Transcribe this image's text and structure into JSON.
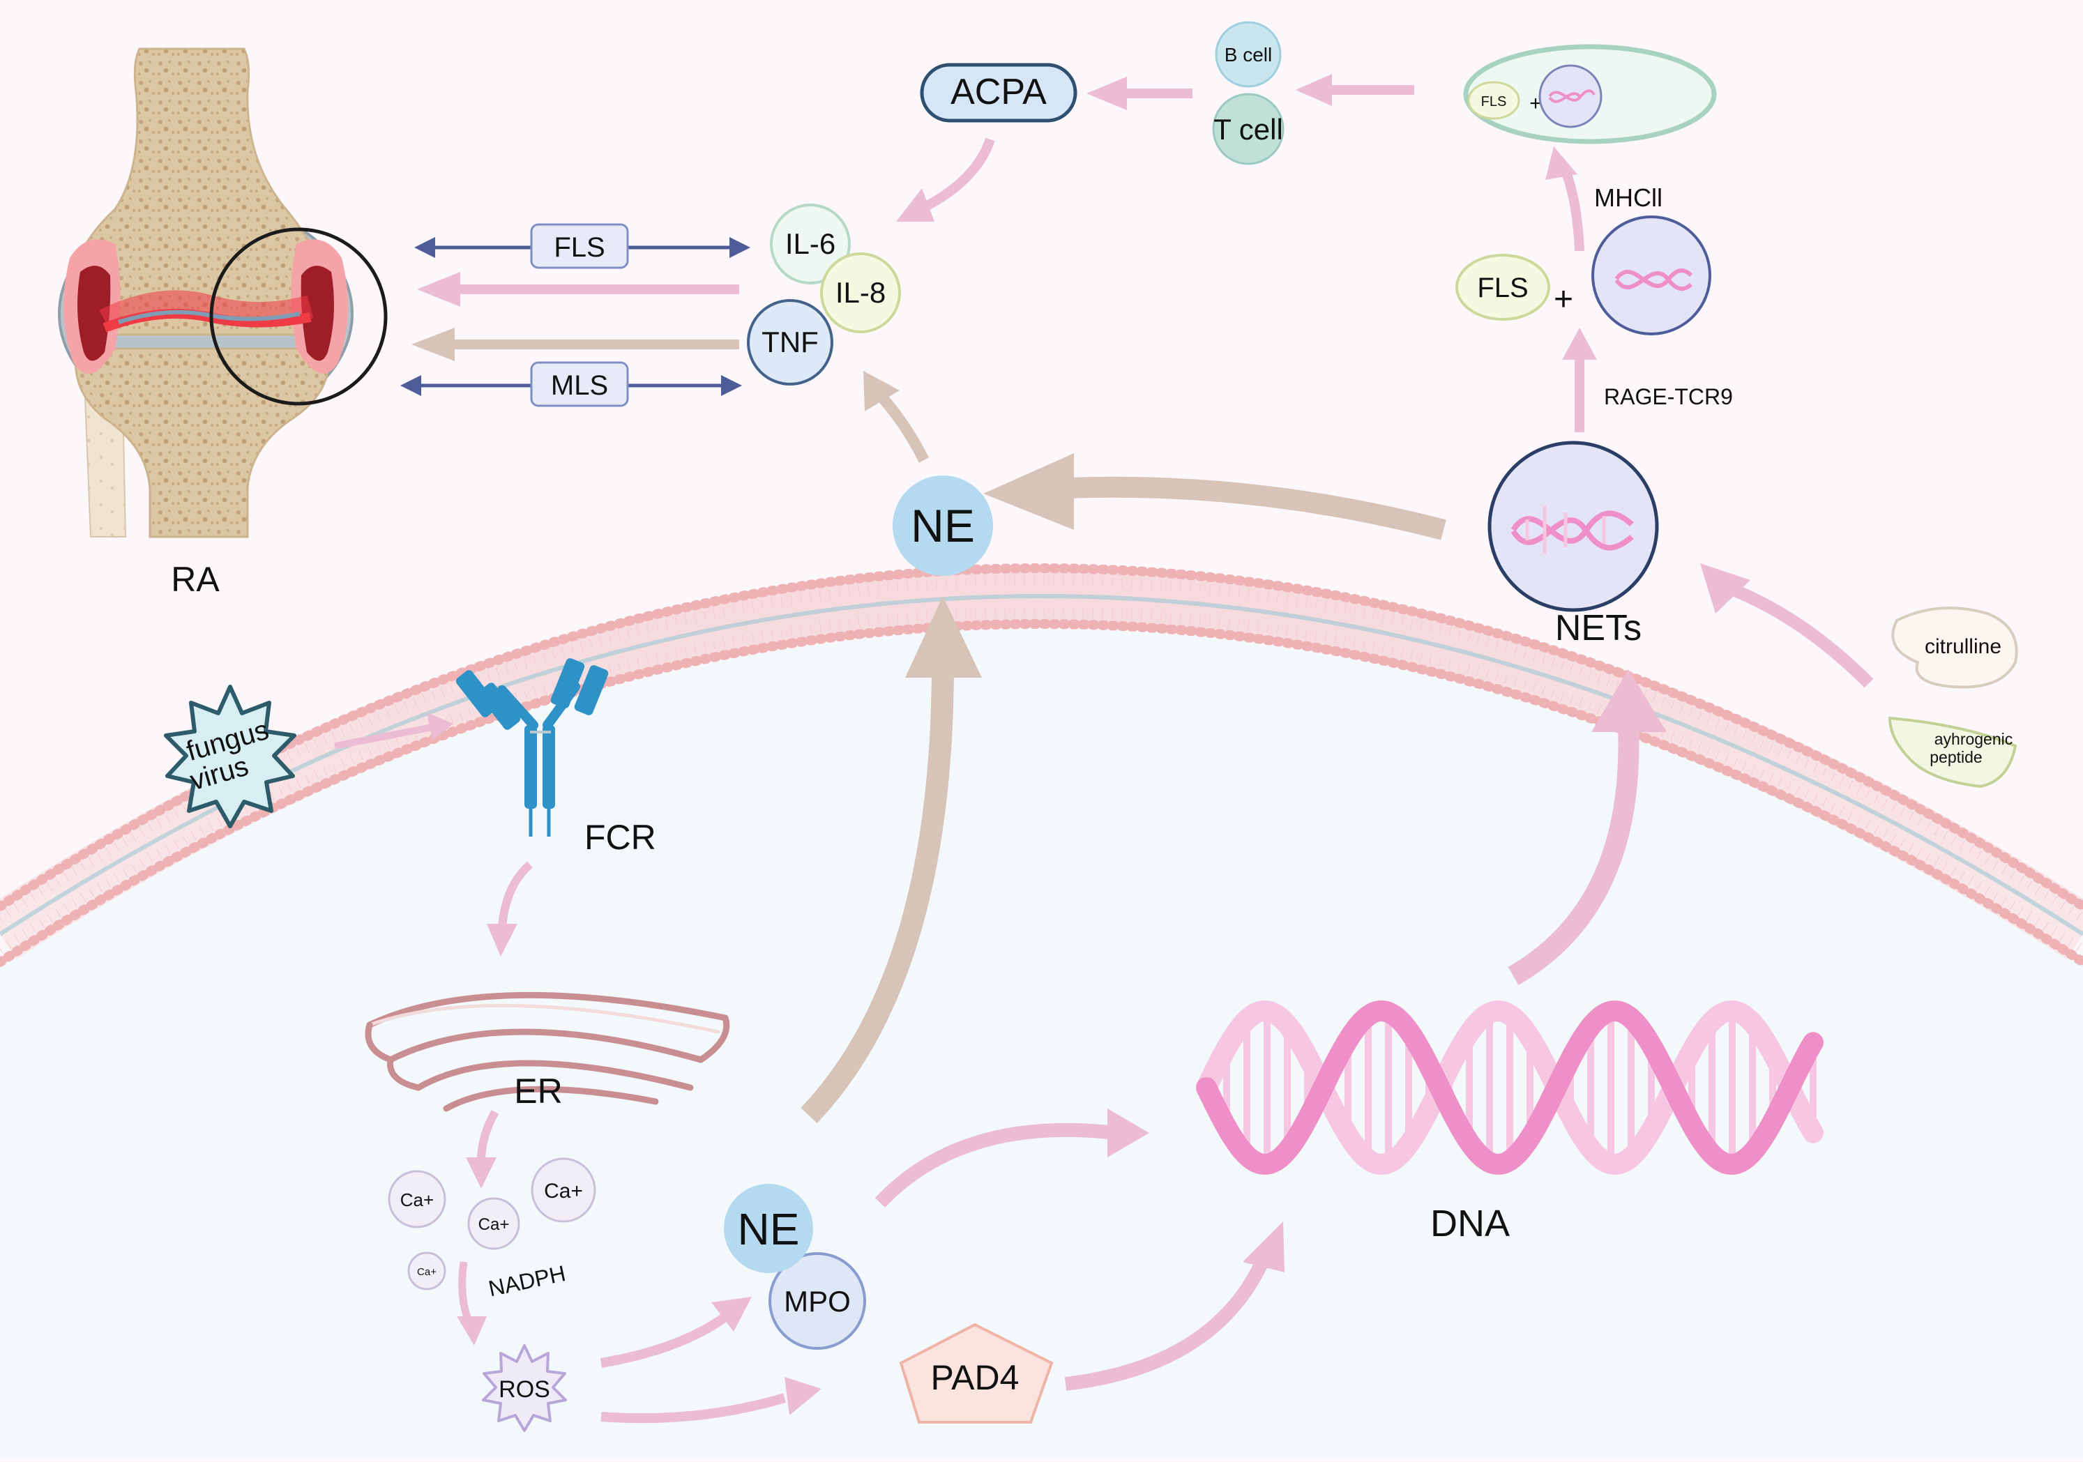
{
  "labels": {
    "ra": "RA",
    "fls_box": "FLS",
    "mls_box": "MLS",
    "il6": "IL-6",
    "il8": "IL-8",
    "tnf": "TNF",
    "acpa": "ACPA",
    "b_cell": "B cell",
    "t_cell": "T cell",
    "fls_small": "FLS",
    "plus_small": "+",
    "mhcii": "MHCll",
    "fls_mid": "FLS",
    "plus_mid": "+",
    "rage": "RAGE-TCR9",
    "nets": "NETs",
    "ne_top": "NE",
    "citrulline": "citrulline",
    "arrhythmogenic_1": "ayhrogenic",
    "arrhythmogenic_2": "peptide",
    "fungus": "fungus",
    "virus": "virus",
    "fcr": "FCR",
    "er": "ER",
    "ca1": "Ca+",
    "ca2": "Ca+",
    "ca3": "Ca+",
    "ca4": "Ca+",
    "nadph": "NADPH",
    "ros": "ROS",
    "ne_bottom": "NE",
    "mpo": "MPO",
    "pad4": "PAD4",
    "dna": "DNA"
  },
  "colors": {
    "background": "#fcf7fb",
    "cell_interior": "#f3f8fb",
    "membrane_pink": "#eeb1b4",
    "membrane_blue": "#9fc6cf",
    "navy_arrow": "#4e5c9a",
    "pink_arrow": "#ebbcd2",
    "tan_arrow": "#d8c3b8",
    "ne_blue": "#b5d9ef",
    "dna_pink": "#ef8fc8",
    "dna_light": "#f6c6e2",
    "antibody_blue": "#2f92c6",
    "bone": "#dcc7a5",
    "inflamed_red": "#d03b46"
  },
  "icons": [
    "knee-joint-icon",
    "antibody-icon",
    "er-icon",
    "dna-helix-icon",
    "neutrophil-nucleus-icon",
    "virus-star-icon"
  ]
}
